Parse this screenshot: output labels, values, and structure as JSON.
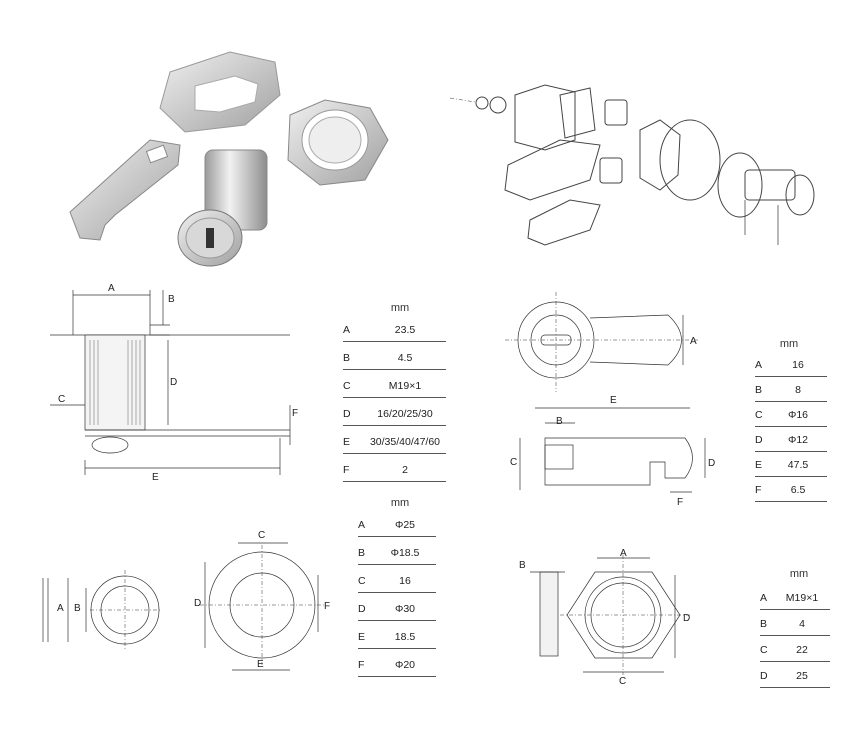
{
  "product_photos": {
    "colors": {
      "metal_light": "#e8e8e8",
      "metal_mid": "#bdbdbd",
      "metal_dark": "#8a8a8a"
    }
  },
  "spec_table_1": {
    "unit": "mm",
    "rows": [
      {
        "key": "A",
        "value": "23.5"
      },
      {
        "key": "B",
        "value": "4.5"
      },
      {
        "key": "C",
        "value": "M19×1"
      },
      {
        "key": "D",
        "value": "16/20/25/30"
      },
      {
        "key": "E",
        "value": "30/35/40/47/60"
      },
      {
        "key": "F",
        "value": "2"
      }
    ]
  },
  "spec_table_2": {
    "unit": "mm",
    "rows": [
      {
        "key": "A",
        "value": "Φ25"
      },
      {
        "key": "B",
        "value": "Φ18.5"
      },
      {
        "key": "C",
        "value": "16"
      },
      {
        "key": "D",
        "value": "Φ30"
      },
      {
        "key": "E",
        "value": "18.5"
      },
      {
        "key": "F",
        "value": "Φ20"
      }
    ]
  },
  "spec_table_3": {
    "unit": "mm",
    "rows": [
      {
        "key": "A",
        "value": "16"
      },
      {
        "key": "B",
        "value": "8"
      },
      {
        "key": "C",
        "value": "Φ16"
      },
      {
        "key": "D",
        "value": "Φ12"
      },
      {
        "key": "E",
        "value": "47.5"
      },
      {
        "key": "F",
        "value": "6.5"
      }
    ]
  },
  "spec_table_4": {
    "unit": "mm",
    "rows": [
      {
        "key": "A",
        "value": "M19×1"
      },
      {
        "key": "B",
        "value": "4"
      },
      {
        "key": "C",
        "value": "22"
      },
      {
        "key": "D",
        "value": "25"
      }
    ]
  },
  "labels": {
    "A": "A",
    "B": "B",
    "C": "C",
    "D": "D",
    "E": "E",
    "F": "F"
  }
}
